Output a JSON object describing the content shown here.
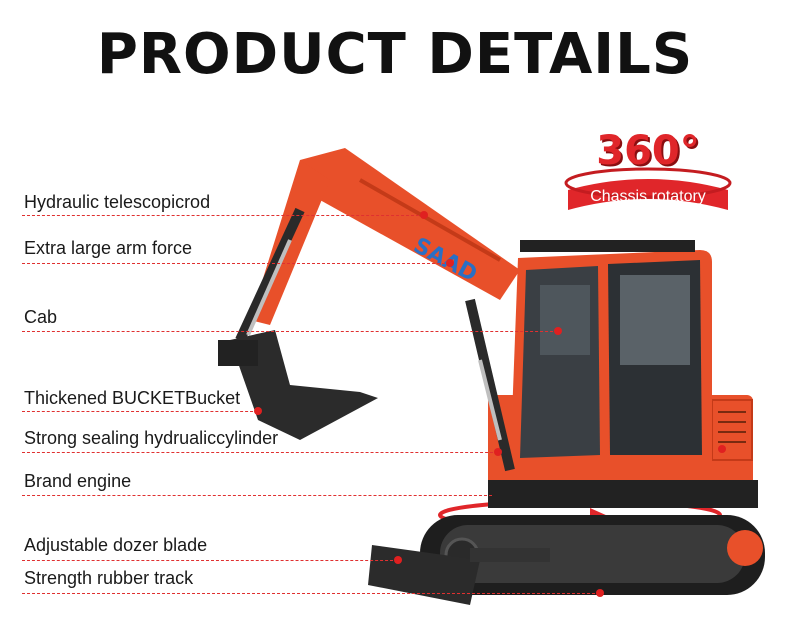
{
  "title": "PRODUCT DETAILS",
  "badge": {
    "number": "360°",
    "text": "Chassis rotatory"
  },
  "brand": "SAAD",
  "labels": [
    "Hydraulic telescopicrod",
    "Extra large arm force",
    "Cab",
    "Thickened BUCKETBucket",
    "Strong sealing hydrualiccylinder",
    "Brand engine",
    "Adjustable dozer blade",
    "Strength rubber track"
  ],
  "colors": {
    "accent": "#e02020",
    "body": "#e8502a",
    "dark": "#2a2a2a"
  }
}
